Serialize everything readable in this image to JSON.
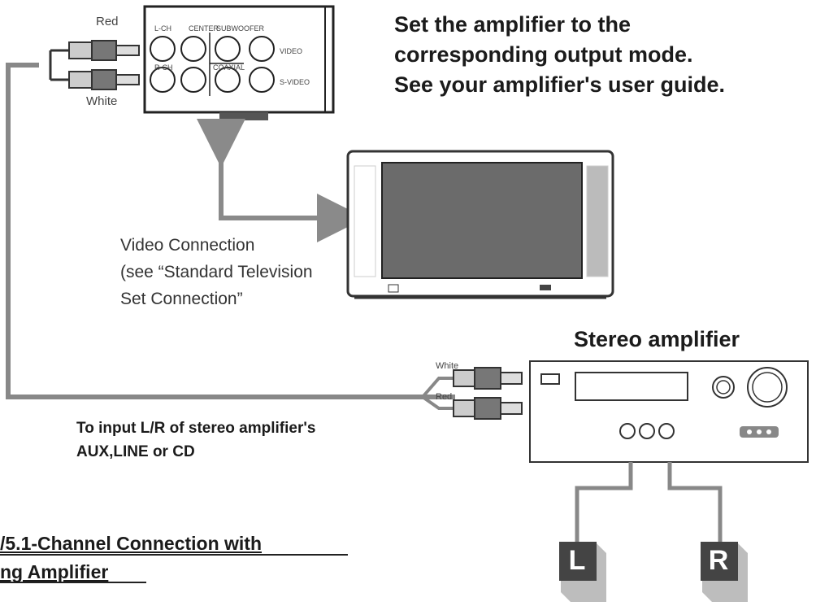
{
  "instructions": {
    "line1": "Set the amplifier to the",
    "line2": "corresponding output mode.",
    "line3": "See your amplifier's user guide."
  },
  "dvd_player": {
    "cable_labels": {
      "top": "Red",
      "bottom": "White"
    },
    "jack_labels": [
      "L-CH",
      "R-CH",
      "CENTER",
      "SUBWOOFER",
      "COAXIAL",
      "VIDEO",
      "S-VIDEO"
    ]
  },
  "video_connection": {
    "line1": "Video Connection",
    "line2": "(see “Standard Television",
    "line3": "Set Connection”"
  },
  "amplifier": {
    "title": "Stereo amplifier",
    "cable_labels": {
      "top": "White",
      "bottom": "Red"
    }
  },
  "input_note": {
    "line1": "To input L/R of stereo amplifier's",
    "line2": "AUX,LINE or CD"
  },
  "speakers": {
    "left": "L",
    "right": "R"
  },
  "section_heading": {
    "line1": "/5.1-Channel Connection with",
    "line2": "ng Amplifier"
  }
}
